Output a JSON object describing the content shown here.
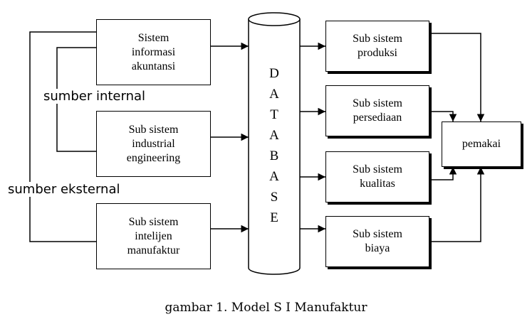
{
  "left_boxes": [
    {
      "lines": [
        "Sistem",
        "informasi",
        "akuntansi"
      ]
    },
    {
      "lines": [
        "Sub sistem",
        "industrial",
        "engineering"
      ]
    },
    {
      "lines": [
        "Sub sistem",
        "intelijen",
        "manufaktur"
      ]
    }
  ],
  "right_boxes": [
    {
      "lines": [
        "Sub sistem",
        "produksi"
      ]
    },
    {
      "lines": [
        "Sub sistem",
        "persediaan"
      ]
    },
    {
      "lines": [
        "Sub sistem",
        "kualitas"
      ]
    },
    {
      "lines": [
        "Sub sistem",
        "biaya"
      ]
    }
  ],
  "database": {
    "letters": [
      "D",
      "A",
      "T",
      "A",
      "B",
      "A",
      "S",
      "E"
    ]
  },
  "user_box": {
    "label": "pemakai"
  },
  "sources": {
    "internal": "sumber internal",
    "external": "sumber eksternal"
  },
  "caption": "gambar 1. Model S I Manufaktur"
}
